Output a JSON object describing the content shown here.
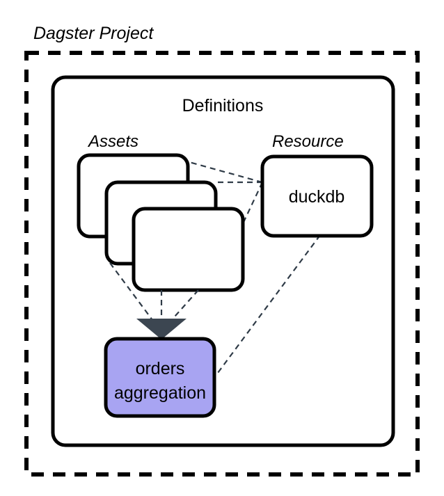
{
  "diagram": {
    "title": "Dagster Project",
    "container": {
      "name": "definitions",
      "label": "Definitions"
    },
    "sections": [
      {
        "key": "assets",
        "label": "Assets"
      },
      {
        "key": "resource",
        "label": "Resource"
      }
    ],
    "asset_cards": [
      {
        "label": ""
      },
      {
        "label": ""
      },
      {
        "label": ""
      }
    ],
    "resource_node": {
      "label": "duckdb"
    },
    "asset_node": {
      "line1": "orders",
      "line2": "aggregation",
      "fill": "#a8a4f2",
      "stroke": "#000000"
    },
    "connector": {
      "style": "dashed",
      "color": "#2f3b47",
      "arrowhead_color": "#3c4651"
    },
    "colors": {
      "background": "#ffffff",
      "outline": "#000000",
      "accent_purple": "#a8a4f2",
      "connector_gray": "#2f3b47"
    }
  }
}
